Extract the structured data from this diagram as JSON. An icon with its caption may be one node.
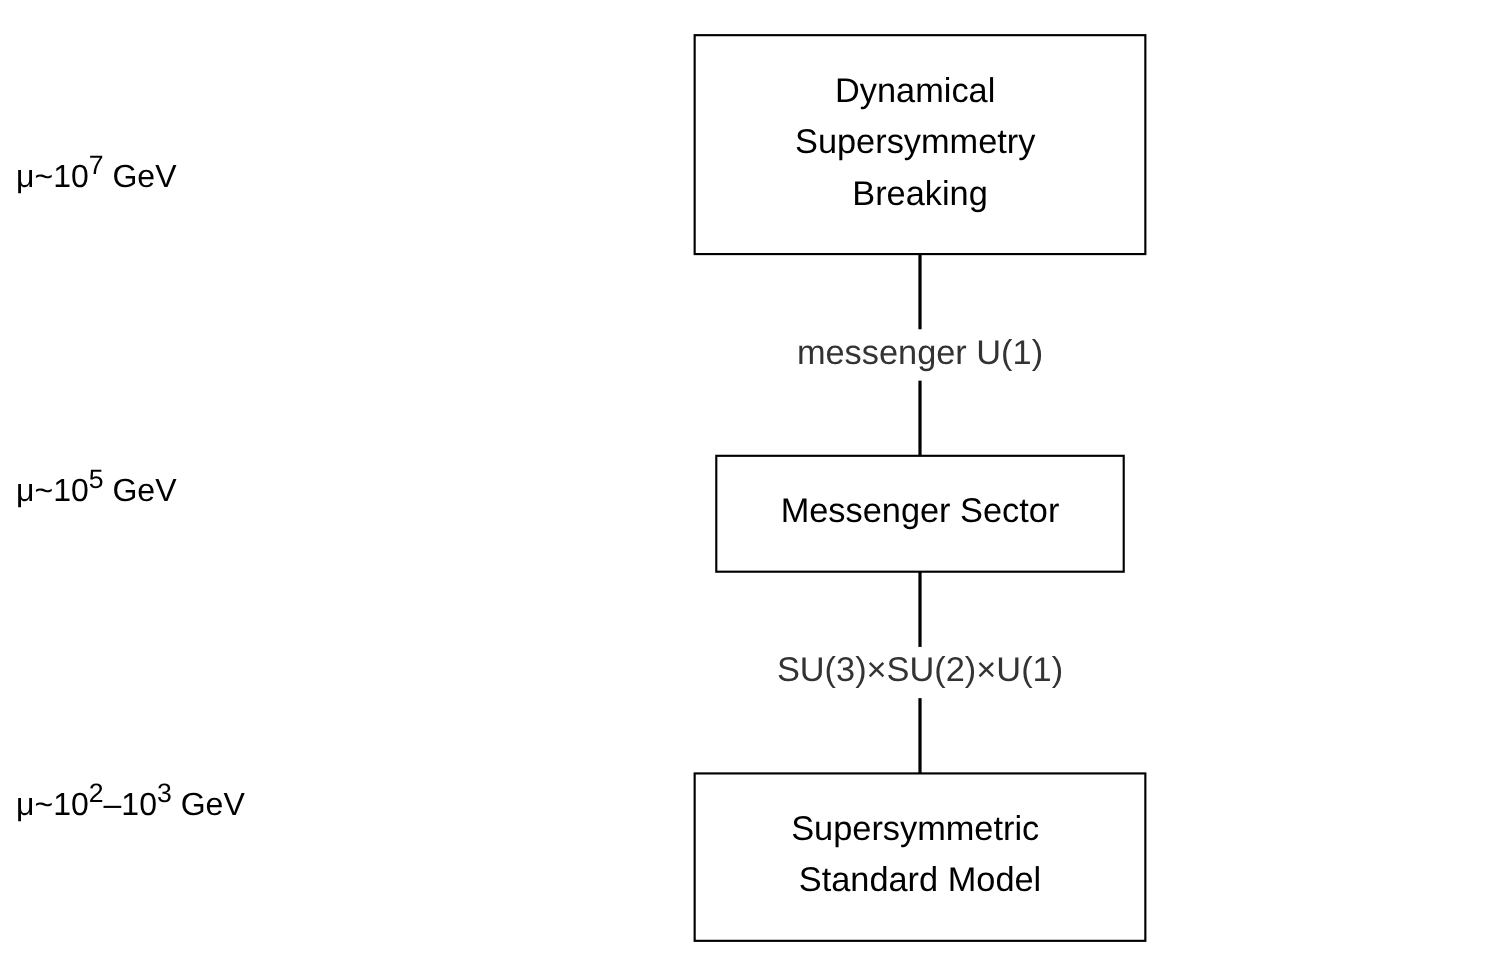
{
  "diagram": {
    "nodes": [
      {
        "text": [
          "Dynamical Supersymmetry Breaking"
        ]
      },
      {
        "text": [
          "Messenger Sector"
        ]
      },
      {
        "text": [
          "Supersymmetric Standard Model"
        ]
      }
    ],
    "edges": [
      {
        "from": 0,
        "to": 1,
        "arrow": "none",
        "label": "messenger U(1)"
      },
      {
        "from": 1,
        "to": 2,
        "arrow": "none",
        "label": "SU(3)×SU(2)×U(1)"
      }
    ],
    "labels": [
      "μ~10$^{7}$ GeV",
      "μ~10$^{5}$ GeV",
      "μ~10$^{2}$–10$^{3}$ GeV"
    ]
  }
}
